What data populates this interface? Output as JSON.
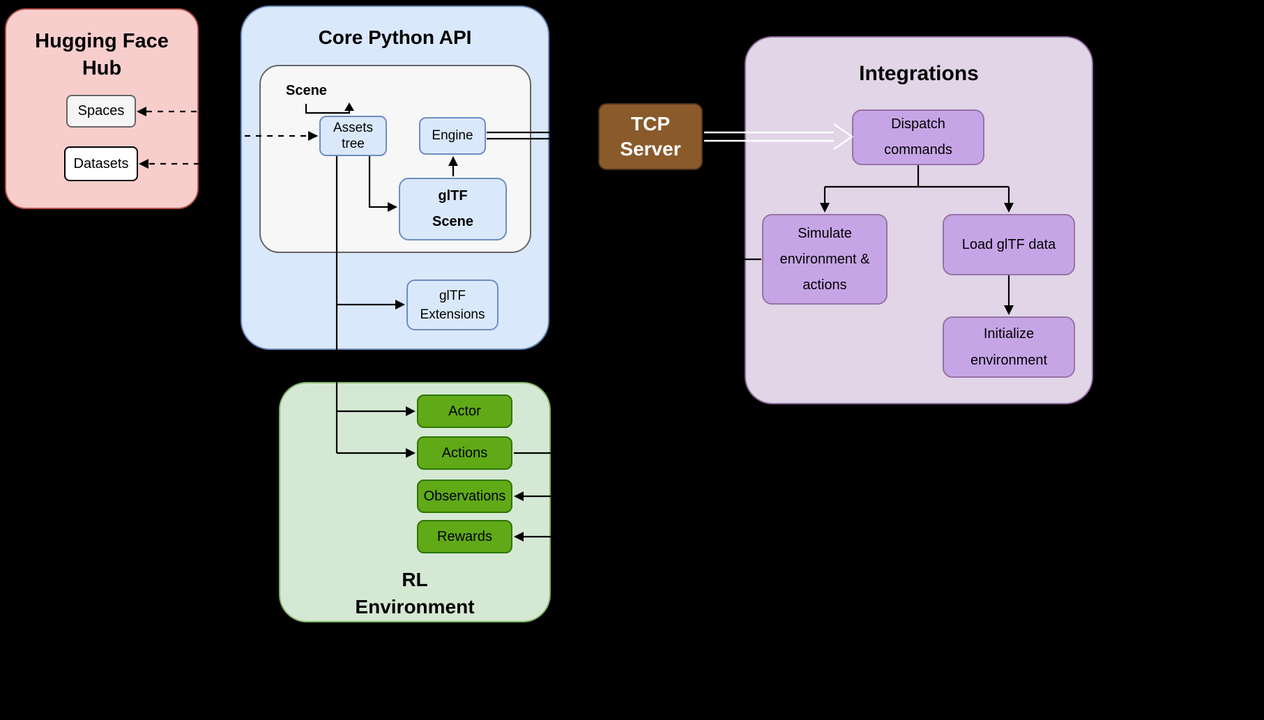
{
  "hub": {
    "title": "Hugging Face\nHub",
    "spaces_label": "Spaces",
    "datasets_label": "Datasets"
  },
  "core": {
    "title": "Core Python API",
    "scene_label": "Scene",
    "assets_tree_label": "Assets\ntree",
    "engine_label": "Engine",
    "gltf_scene_label": "glTF\nScene",
    "gltf_extensions_label": "glTF\nExtensions"
  },
  "tcp_server": {
    "label": "TCP\nServer"
  },
  "integrations": {
    "title": "Integrations",
    "dispatch_label": "Dispatch\ncommands",
    "simulate_label": "Simulate\nenvironment &\nactions",
    "load_label": "Load glTF data",
    "init_label": "Initialize\nenvironment"
  },
  "rl": {
    "title": "RL\nEnvironment",
    "actor_label": "Actor",
    "actions_label": "Actions",
    "observations_label": "Observations",
    "rewards_label": "Rewards"
  },
  "colors": {
    "background": "#000000",
    "hub_fill": "#F8CECC",
    "hub_stroke": "#B85450",
    "core_fill": "#DAE8FC",
    "core_stroke": "#6C8EBF",
    "scene_fill": "#F7F7F7",
    "scene_stroke": "#666666",
    "tcp_fill": "#8A5A2B",
    "tcp_text": "#FFFFFF",
    "integrations_fill": "#E1D5E7",
    "integrations_stroke": "#9673A6",
    "purple_node_fill": "#C6A5E6",
    "rl_fill": "#D5E8D4",
    "rl_stroke": "#82B366",
    "green_node_fill": "#60A917",
    "green_node_stroke": "#2D7600",
    "arrow_dark": "#000000",
    "arrow_light": "#FFFFFF"
  },
  "arrows": [
    "dashed arrow into Spaces (from right)",
    "dashed arrow into Datasets (from right)",
    "dashed arrow into Assets tree (from left)",
    "Scene self-loop arrow",
    "Assets tree -> glTF Scene",
    "glTF Scene -> Engine",
    "Engine -> right (double line)",
    "Assets tree -> glTF Extensions",
    "Assets tree -> Actor",
    "Assets tree -> Actions",
    "Actions -> right",
    "arrow into Observations (from right)",
    "arrow into Rewards (from right)",
    "TCP Server -> Dispatch commands (open double-line arrow)",
    "Dispatch commands -> Simulate environment & actions",
    "Dispatch commands -> Load glTF data",
    "Load glTF data -> Initialize environment",
    "line into Simulate environment & actions (from left)"
  ]
}
